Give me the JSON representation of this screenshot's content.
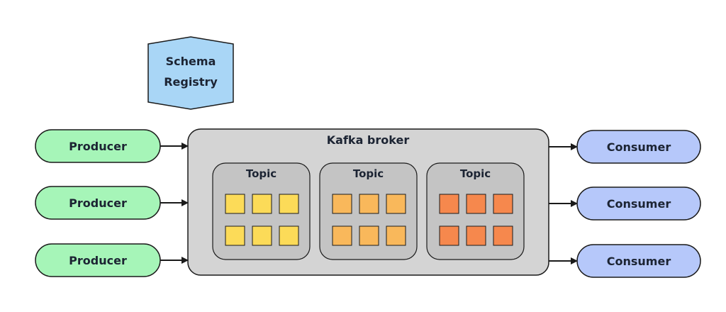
{
  "schema_registry": {
    "line1": "Schema",
    "line2": "Registry"
  },
  "broker": {
    "title": "Kafka broker"
  },
  "producers": [
    {
      "label": "Producer"
    },
    {
      "label": "Producer"
    },
    {
      "label": "Producer"
    }
  ],
  "consumers": [
    {
      "label": "Consumer"
    },
    {
      "label": "Consumer"
    },
    {
      "label": "Consumer"
    }
  ],
  "topics": [
    {
      "label": "Topic",
      "partitions": 6,
      "partition_color": "#fcdb58"
    },
    {
      "label": "Topic",
      "partitions": 6,
      "partition_color": "#f9b85b"
    },
    {
      "label": "Topic",
      "partitions": 6,
      "partition_color": "#f6884d"
    }
  ],
  "colors": {
    "producer_fill": "#a6f5b8",
    "consumer_fill": "#b6c8fa",
    "schema_registry_fill": "#a9d6f6",
    "broker_fill": "#d4d4d4",
    "topic_fill": "#c4c4c4",
    "stroke": "#1a1a1a"
  }
}
